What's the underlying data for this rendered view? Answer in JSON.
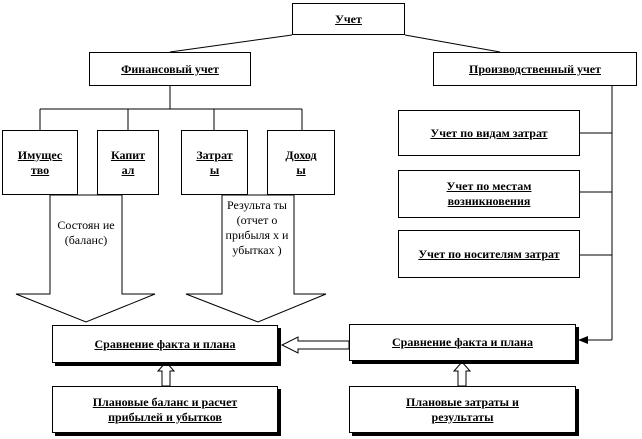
{
  "root": "Учет",
  "financial": {
    "title": "Финансовый учет",
    "items": [
      "Имущес тво",
      "Капит ал",
      "Затрат ы",
      "Доход ы"
    ],
    "arrow_left": "Состоян ие (баланс)",
    "arrow_right": "Результа ты (отчет о прибыля х и убытках )",
    "compare": "Сравнение факта и плана",
    "plan": "Плановые баланс и расчет прибылей и убытков"
  },
  "production": {
    "title": "Производственный учет",
    "items": [
      "Учет по видам затрат",
      "Учет по местам возникновения",
      "Учет по носителям затрат"
    ],
    "compare": "Сравнение факта и плана",
    "plan": "Плановые затраты и результаты"
  }
}
